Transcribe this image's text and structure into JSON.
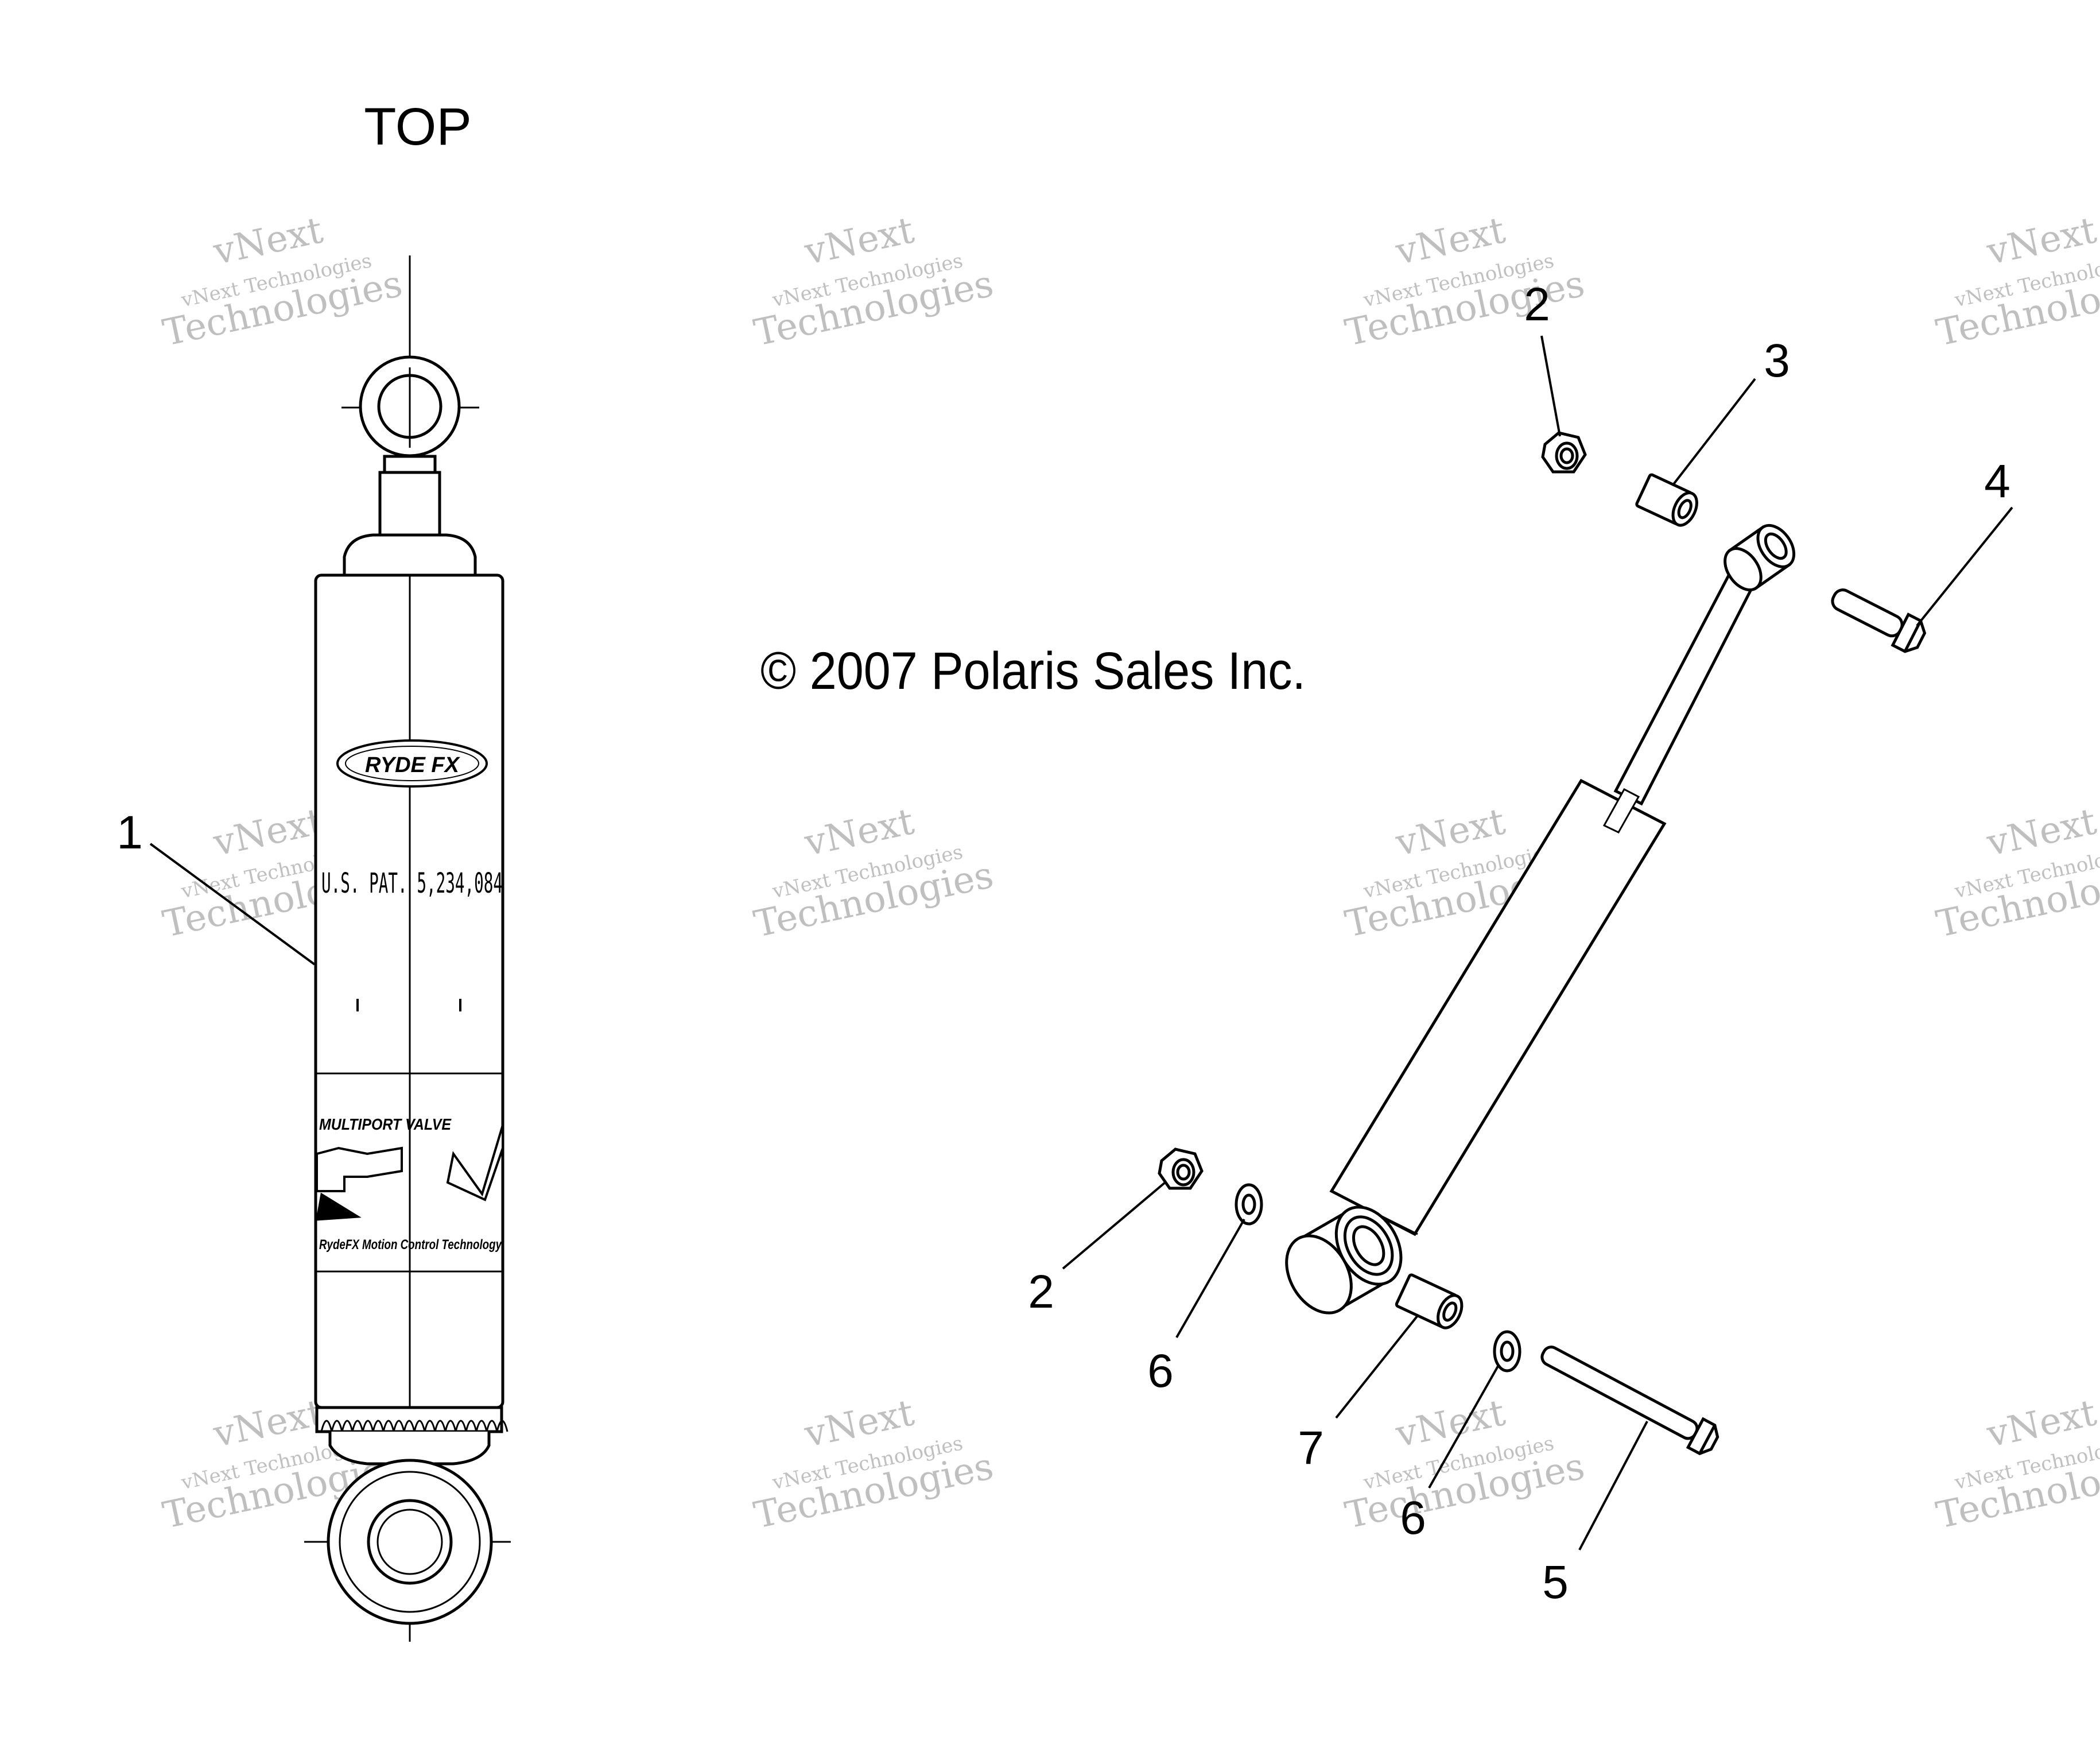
{
  "header": {
    "view_label": "TOP"
  },
  "copyright": "© 2007 Polaris Sales Inc.",
  "shock_decals": {
    "brand": "RYDE FX",
    "patent": "U.S. PAT. 5,234,084",
    "valve": "MULTIPORT VALVE",
    "valve_letters": "P V",
    "tagline": "RydeFX Motion Control Technology"
  },
  "callouts": [
    {
      "number": "1"
    },
    {
      "number": "2"
    },
    {
      "number": "3"
    },
    {
      "number": "4"
    },
    {
      "number": "2"
    },
    {
      "number": "6"
    },
    {
      "number": "7"
    },
    {
      "number": "6"
    },
    {
      "number": "5"
    }
  ],
  "watermark": {
    "line1": "vNext",
    "line2": "vNext Technologies",
    "line3": "Technologies"
  }
}
